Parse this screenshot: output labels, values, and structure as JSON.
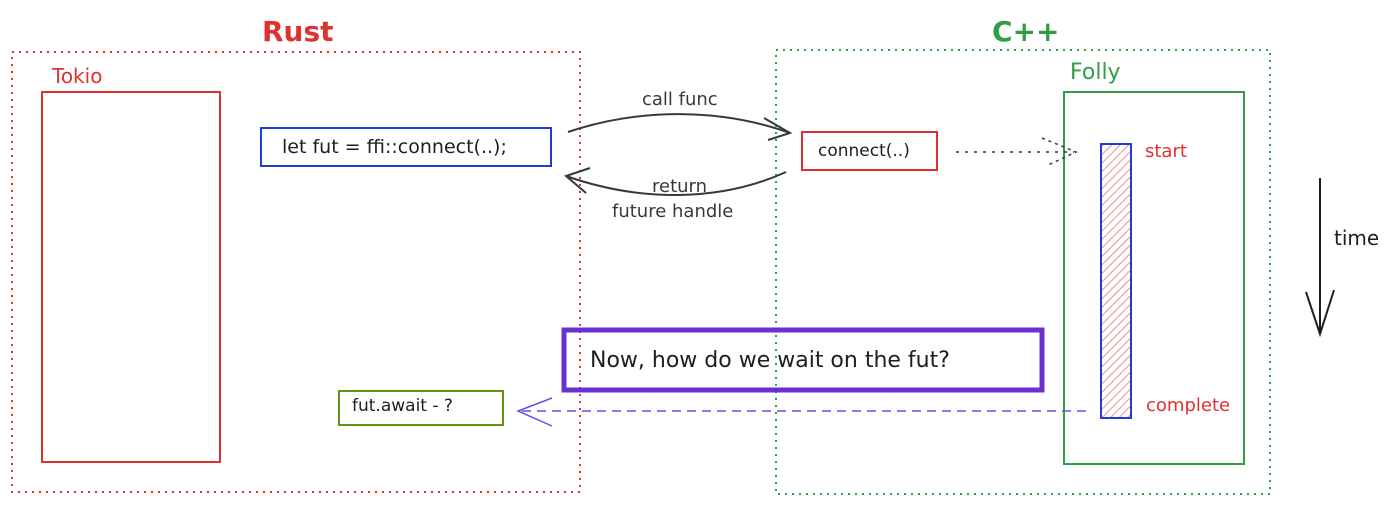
{
  "rust": {
    "title": "Rust",
    "runtime": "Tokio",
    "code": "let fut = ffi::connect(..);",
    "await_code": "fut.await - ?"
  },
  "cpp": {
    "title": "C++",
    "runtime": "Folly",
    "call": "connect(..)",
    "start_label": "start",
    "complete_label": "complete"
  },
  "arrows": {
    "call_label": "call func",
    "return_label_line1": "return",
    "return_label_line2": "future handle"
  },
  "time_label": "time",
  "question": "Now, how do we wait on the fut?",
  "colors": {
    "rust": "#e03131",
    "cpp": "#2f9e44",
    "code_box": "#1c3fd1",
    "question_box": "#6a2fd0",
    "await_box": "#5c940d",
    "dashed_arrow": "#7048e8",
    "sketch": "#343a40"
  }
}
